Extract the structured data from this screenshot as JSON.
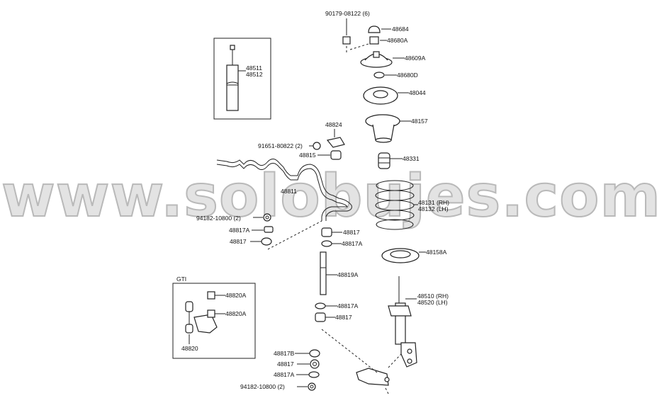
{
  "watermark": "www.solobujes.com",
  "inset_gti_title": "GTI",
  "labels": {
    "p90179": "90179-08122 (6)",
    "p48684": "48684",
    "p48680A": "48680A",
    "p48609A": "48609A",
    "p48680D": "48680D",
    "p48044": "48044",
    "p48157": "48157",
    "p48331": "48331",
    "p48131": "48131 (RH)",
    "p48132": "48132 (LH)",
    "p48158A": "48158A",
    "p48510": "48510 (RH)",
    "p48520": "48520 (LH)",
    "p48511": "48511",
    "p48512": "48512",
    "p48824": "48824",
    "p91651": "91651-80822 (2)",
    "p48815": "48815",
    "p48811": "48811",
    "p94182a": "94182-10800 (2)",
    "p48817Aa": "48817A",
    "p48817a": "48817",
    "p48817b": "48817",
    "p48817Ab": "48817A",
    "p48819A": "48819A",
    "p48817Ac": "48817A",
    "p48817c": "48817",
    "p48820Aa": "48820A",
    "p48820Ab": "48820A",
    "p48820": "48820",
    "p48817B": "48817B",
    "p48817d": "48817",
    "p48817Ad": "48817A",
    "p94182b": "94182-10800 (2)"
  }
}
